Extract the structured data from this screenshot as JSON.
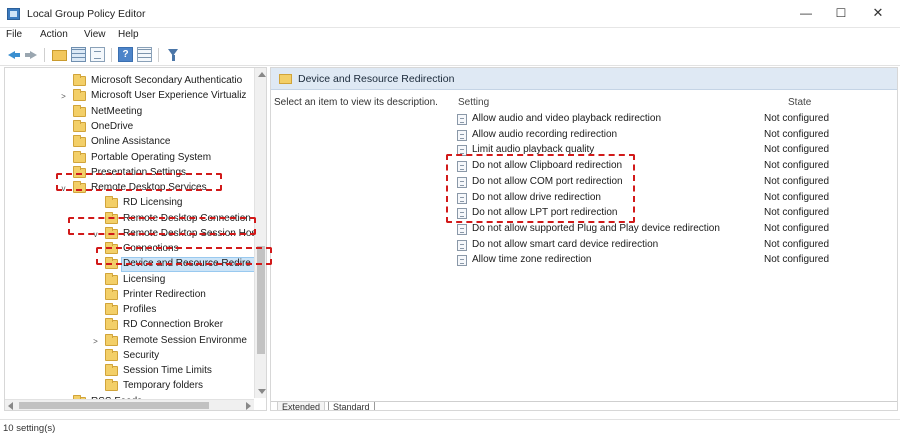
{
  "window": {
    "title": "Local Group Policy Editor",
    "min_glyph": "—",
    "max_glyph": "☐",
    "close_glyph": "✕"
  },
  "menu": [
    "File",
    "Action",
    "View",
    "Help"
  ],
  "toolbar": {
    "icons": [
      "back-icon",
      "forward-icon",
      "folder-up-icon",
      "show-hide-tree-icon",
      "export-list-icon",
      "help-icon",
      "properties-icon",
      "filter-icon"
    ],
    "help_glyph": "?"
  },
  "tree": {
    "items": [
      {
        "label": "Microsoft Secondary Authenticatio",
        "level": 1,
        "expander": "",
        "selected": false
      },
      {
        "label": "Microsoft User Experience Virtualiz",
        "level": 1,
        "expander": ">",
        "selected": false
      },
      {
        "label": "NetMeeting",
        "level": 1,
        "expander": "",
        "selected": false
      },
      {
        "label": "OneDrive",
        "level": 1,
        "expander": "",
        "selected": false
      },
      {
        "label": "Online Assistance",
        "level": 1,
        "expander": "",
        "selected": false
      },
      {
        "label": "Portable Operating System",
        "level": 1,
        "expander": "",
        "selected": false
      },
      {
        "label": "Presentation Settings",
        "level": 1,
        "expander": "",
        "selected": false
      },
      {
        "label": "Remote Desktop Services",
        "level": 1,
        "expander": "v",
        "selected": false
      },
      {
        "label": "RD Licensing",
        "level": 2,
        "expander": "",
        "selected": false
      },
      {
        "label": "Remote Desktop Connection C",
        "level": 2,
        "expander": "",
        "selected": false
      },
      {
        "label": "Remote Desktop Session Host",
        "level": 2,
        "expander": "v",
        "selected": false
      },
      {
        "label": "Connections",
        "level": 3,
        "expander": "",
        "selected": false
      },
      {
        "label": "Device and Resource Redire",
        "level": 3,
        "expander": "",
        "selected": true
      },
      {
        "label": "Licensing",
        "level": 3,
        "expander": "",
        "selected": false
      },
      {
        "label": "Printer Redirection",
        "level": 3,
        "expander": "",
        "selected": false
      },
      {
        "label": "Profiles",
        "level": 3,
        "expander": "",
        "selected": false
      },
      {
        "label": "RD Connection Broker",
        "level": 3,
        "expander": "",
        "selected": false
      },
      {
        "label": "Remote Session Environme",
        "level": 3,
        "expander": ">",
        "selected": false
      },
      {
        "label": "Security",
        "level": 3,
        "expander": "",
        "selected": false
      },
      {
        "label": "Session Time Limits",
        "level": 3,
        "expander": "",
        "selected": false
      },
      {
        "label": "Temporary folders",
        "level": 3,
        "expander": "",
        "selected": false
      },
      {
        "label": "RSS Feeds",
        "level": 1,
        "expander": "",
        "selected": false
      }
    ]
  },
  "right": {
    "header_title": "Device and Resource Redirection",
    "description_prompt": "Select an item to view its description.",
    "col_setting": "Setting",
    "col_state": "State",
    "policies": [
      {
        "name": "Allow audio and video playback redirection",
        "state": "Not configured"
      },
      {
        "name": "Allow audio recording redirection",
        "state": "Not configured"
      },
      {
        "name": "Limit audio playback quality",
        "state": "Not configured"
      },
      {
        "name": "Do not allow Clipboard redirection",
        "state": "Not configured"
      },
      {
        "name": "Do not allow COM port redirection",
        "state": "Not configured"
      },
      {
        "name": "Do not allow drive redirection",
        "state": "Not configured"
      },
      {
        "name": "Do not allow LPT port redirection",
        "state": "Not configured"
      },
      {
        "name": "Do not allow supported Plug and Play device redirection",
        "state": "Not configured"
      },
      {
        "name": "Do not allow smart card device redirection",
        "state": "Not configured"
      },
      {
        "name": "Allow time zone redirection",
        "state": "Not configured"
      }
    ],
    "tabs": [
      "Extended",
      "Standard"
    ]
  },
  "status": {
    "text": "10 setting(s)"
  },
  "colors": {
    "annotation": "#d11a1a",
    "selection": "#cce4f7",
    "folder": "#f3cf68",
    "header_band": "#dfe9f4"
  }
}
